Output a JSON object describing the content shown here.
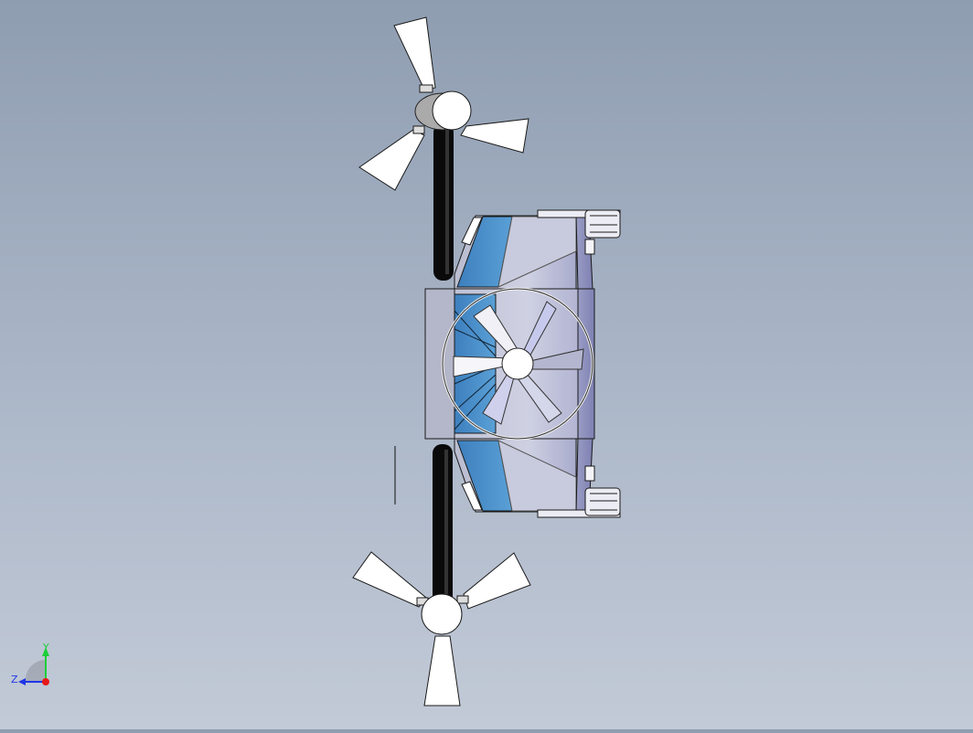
{
  "viewport": {
    "background_top": "#8f9db1",
    "background_bottom": "#c2cad7"
  },
  "model": {
    "parts": [
      "upper-rotor",
      "lower-rotor",
      "central-fan",
      "body-housing",
      "wheels",
      "rotor-arms"
    ],
    "colors": {
      "blade": "#ffffff",
      "arm": "#0a0a0a",
      "panel_blue": "#4a90c8",
      "body_grey": "#c4c7dc",
      "fan_blade": "#d6d8ee"
    }
  },
  "triad": {
    "y_label": "Y",
    "z_label": "Z",
    "y_color": "#1ccf3a",
    "z_color": "#2036e6",
    "x_color": "#e81818"
  }
}
